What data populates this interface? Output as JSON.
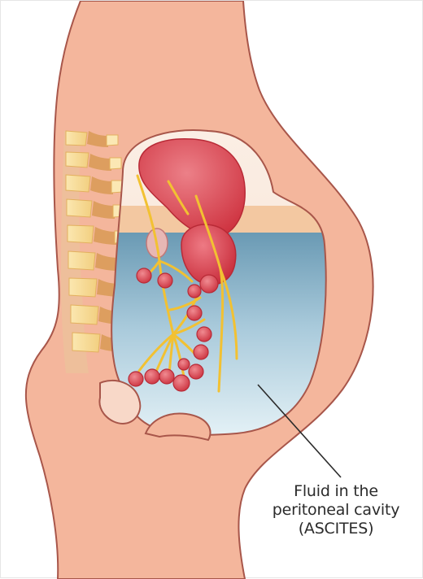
{
  "annotation": {
    "lines": [
      "Fluid in the",
      "peritoneal cavity",
      "(ASCITES)"
    ]
  },
  "colors": {
    "skin": "#f4b69c",
    "skin_outline": "#a8564a",
    "fluid_top": "#6a9ab4",
    "fluid_bottom": "#e4f2f8",
    "organ_red": "#d9434d",
    "organ_pink": "#e8747a",
    "vessel_yellow": "#f2c132",
    "spine_light": "#f9e3a4",
    "spine_dark": "#d79a55",
    "peach_band": "#f2c49a"
  }
}
